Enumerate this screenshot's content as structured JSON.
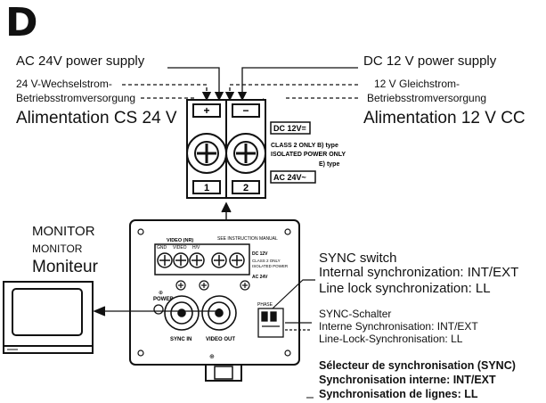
{
  "figure_letter": "D",
  "power": {
    "ac": {
      "en": "AC 24V power supply",
      "de": "24 V-Wechselstrom-",
      "de2": "Betriebsstromversorgung",
      "fr": "Alimentation CS 24 V"
    },
    "dc": {
      "en": "DC 12 V power supply",
      "de": "12 V Gleichstrom-",
      "de2": "Betriebsstromversorgung",
      "fr": "Alimentation 12 V CC"
    }
  },
  "terminal_block": {
    "plus": "+",
    "minus": "−",
    "term1": "1",
    "term2": "2",
    "dc_label": "DC 12V=",
    "class_line1": "CLASS 2 ONLY  B) type",
    "class_line2": "ISOLATED POWER ONLY",
    "e_type": "E) type",
    "ac_label": "AC 24V~"
  },
  "monitor": {
    "en": "MONITOR",
    "de": "MONITOR",
    "fr": "Moniteur"
  },
  "camera_rear": {
    "video_label": "VIDEO (NR)",
    "gnd": "GND",
    "video": "VIDEO",
    "hv": "H/V",
    "manual_label": "SEE INSTRUCTION MANUAL",
    "power": "POWER",
    "sync_in": "SYNC IN",
    "video_out": "VIDEO OUT",
    "dc_small": "DC 12V",
    "ac_small": "AC 24V",
    "class_small": "CLASS 2 ONLY",
    "isolated_small": "ISOLATED POWER",
    "phase": "PHASE",
    "plus_symbol": "⊕"
  },
  "sync": {
    "en_title": "SYNC switch",
    "en_line1": "Internal synchronization: INT/EXT",
    "en_line2": "Line lock synchronization: LL",
    "de_title": "SYNC-Schalter",
    "de_line1": "Interne Synchronisation: INT/EXT",
    "de_line2": "Line-Lock-Synchronisation: LL",
    "fr_title": "Sélecteur de synchronisation (SYNC)",
    "fr_line1": "Synchronisation interne: INT/EXT",
    "fr_line2": "Synchronisation de lignes: LL"
  }
}
